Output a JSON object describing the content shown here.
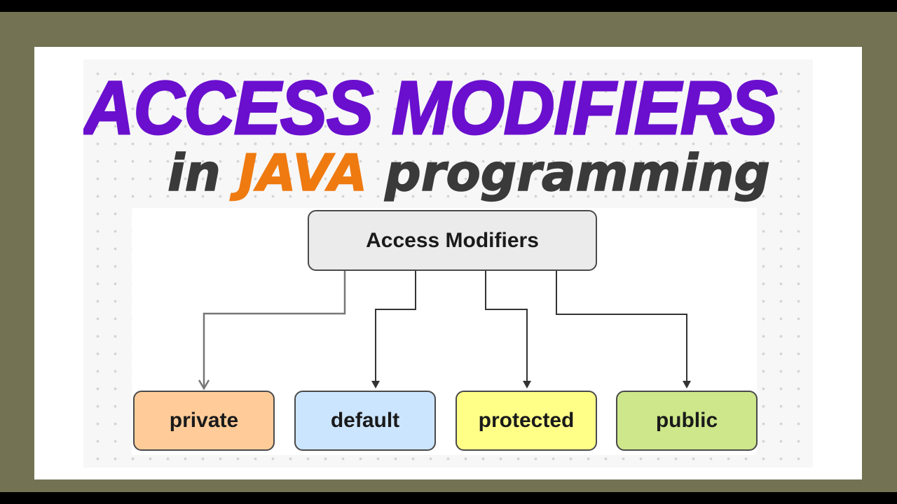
{
  "title": {
    "main": "ACCESS MODIFIERS",
    "sub_prefix": "in ",
    "sub_highlight": "JAVA",
    "sub_suffix": " programming",
    "colors": {
      "main": "#6a0fce",
      "sub_text": "#3a3a3a",
      "highlight": "#ef7a10"
    }
  },
  "diagram": {
    "root": {
      "label": "Access Modifiers",
      "fill": "#ebebeb"
    },
    "children": [
      {
        "label": "private",
        "fill": "#ffcc99"
      },
      {
        "label": "default",
        "fill": "#cce5ff"
      },
      {
        "label": "protected",
        "fill": "#ffff88"
      },
      {
        "label": "public",
        "fill": "#cde78a"
      }
    ],
    "edges": [
      {
        "from": "Access Modifiers",
        "to": "private"
      },
      {
        "from": "Access Modifiers",
        "to": "default"
      },
      {
        "from": "Access Modifiers",
        "to": "protected"
      },
      {
        "from": "Access Modifiers",
        "to": "public"
      }
    ]
  },
  "frame": {
    "border_color": "#737353",
    "bar_color": "#000000"
  }
}
